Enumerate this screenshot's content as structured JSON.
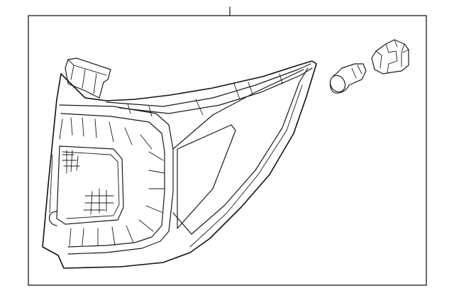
{
  "diagram": {
    "type": "exploded parts diagram",
    "parts": [
      {
        "id": "tail-lamp-assembly",
        "label": ""
      },
      {
        "id": "bulb",
        "label": ""
      },
      {
        "id": "bulb-socket",
        "label": ""
      }
    ],
    "colors": {
      "line": "#1a1a1a",
      "background": "#ffffff"
    }
  }
}
